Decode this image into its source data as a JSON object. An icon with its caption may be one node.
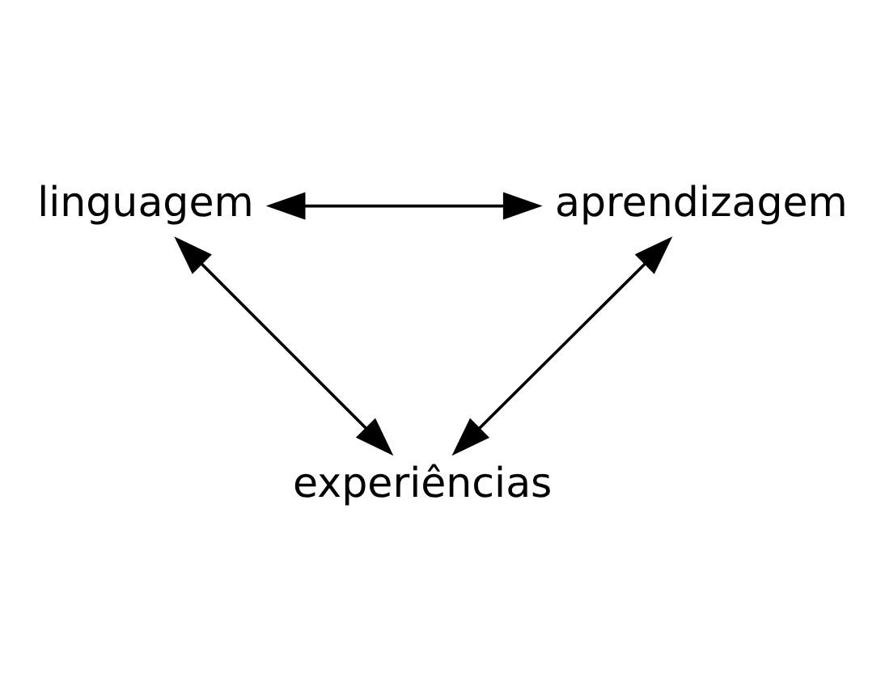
{
  "diagram": {
    "nodes": [
      {
        "text": [
          "linguagem"
        ]
      },
      {
        "text": [
          "aprendizagem"
        ]
      },
      {
        "text": [
          "experiências"
        ]
      }
    ],
    "edges": [
      {
        "from": 0,
        "to": 1,
        "arrow": "both"
      },
      {
        "from": 0,
        "to": 2,
        "arrow": "both"
      },
      {
        "from": 1,
        "to": 2,
        "arrow": "both"
      }
    ]
  }
}
